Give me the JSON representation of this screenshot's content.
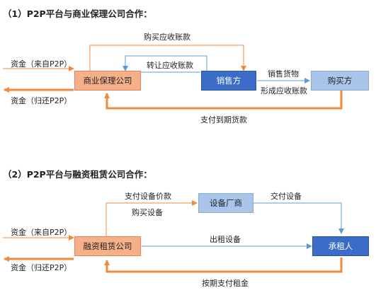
{
  "section1": {
    "heading": "（1）P2P平台与商业保理公司合作：",
    "boxes": {
      "factoring": "商业保理公司",
      "seller": "销售方",
      "buyer": "购买方"
    },
    "labels": {
      "funds_in": "资金（来自P2P）",
      "funds_out": "资金（归还P2P）",
      "buy_receivables": "购买应收账款",
      "transfer_receivables": "转让应收账款",
      "sell_goods": "销售货物",
      "form_receivables": "形成应收账款",
      "pay_due": "支付到期货款"
    }
  },
  "section2": {
    "heading": "（2）P2P平台与融资租赁公司合作：",
    "boxes": {
      "leasing": "融资租赁公司",
      "manufacturer": "设备厂商",
      "lessee": "承租人"
    },
    "labels": {
      "pay_equipment": "支付设备价款",
      "buy_equipment": "购买设备",
      "deliver_equipment": "交付设备",
      "lease_equipment": "出租设备",
      "funds_in": "资金（来自P2P）",
      "funds_out": "资金（归还P2P）",
      "pay_rent": "按期支付租金"
    }
  },
  "colors": {
    "orange_box": "#f5b08a",
    "blue_box": "#3b6cc7",
    "light_blue_box": "#a9c6ea",
    "orange_arrow": "#f08a3c",
    "blue_arrow": "#5b9bd5"
  }
}
